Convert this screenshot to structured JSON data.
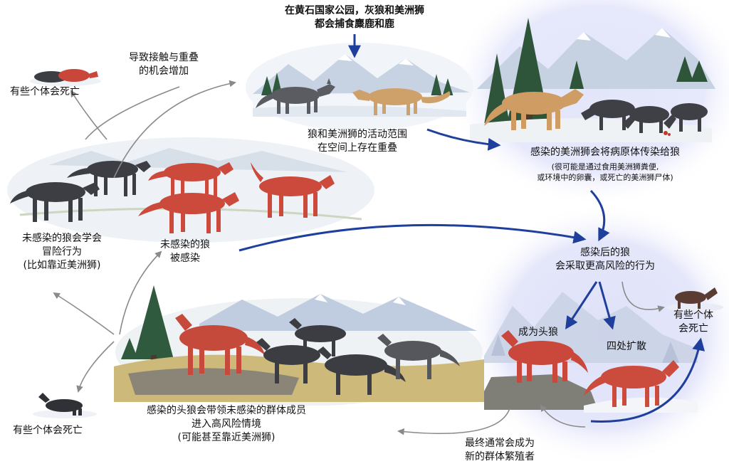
{
  "colors": {
    "infected_wolf": "#c8473a",
    "uninfected_wolf": "#3b3d42",
    "cougar": "#d2a56e",
    "arrow_blue": "#1f3f9c",
    "arrow_gray": "#8a8a8a",
    "snow": "#eef2f6",
    "mountain": "#b8c6d8",
    "highlight_glow": "#d9dcf6"
  },
  "labels": {
    "top_title_line1": "在黄石国家公园，灰狼和美洲狮",
    "top_title_line2": "都会捕食麋鹿和鹿",
    "overlap_line1": "狼和美洲狮的活动范围",
    "overlap_line2": "在空间上存在重叠",
    "contact_line1": "导致接触与重叠",
    "contact_line2": "的机会增加",
    "death_top_left": "有些个体会死亡",
    "transmit_main": "感染的美洲狮会将病原体传染给狼",
    "transmit_note1": "(很可能是通过食用美洲狮粪便,",
    "transmit_note2": "或环境中的卵囊，或死亡的美洲狮尸体)",
    "learn_line1": "未感染的狼会学会",
    "learn_line2": "冒险行为",
    "learn_line3": "(比如靠近美洲狮)",
    "infected_line1": "未感染的狼",
    "infected_line2": "被感染",
    "riskier_line1": "感染后的狼",
    "riskier_line2": "会采取更高风险的行为",
    "leader": "成为头狼",
    "disperse": "四处扩散",
    "death_right_line1": "有些个体",
    "death_right_line2": "会死亡",
    "lead_line1": "感染的头狼会带领未感染的群体成员",
    "lead_line2": "进入高风险情境",
    "lead_line3": "(可能甚至靠近美洲狮)",
    "breeder_line1": "最终通常会成为",
    "breeder_line2": "新的群体繁殖者",
    "death_bottom_left": "有些个体会死亡"
  },
  "icons": {
    "gray_wolf": "gray-wolf-icon",
    "red_wolf": "infected-wolf-icon",
    "cougar": "cougar-icon",
    "pine": "pine-tree-icon"
  }
}
